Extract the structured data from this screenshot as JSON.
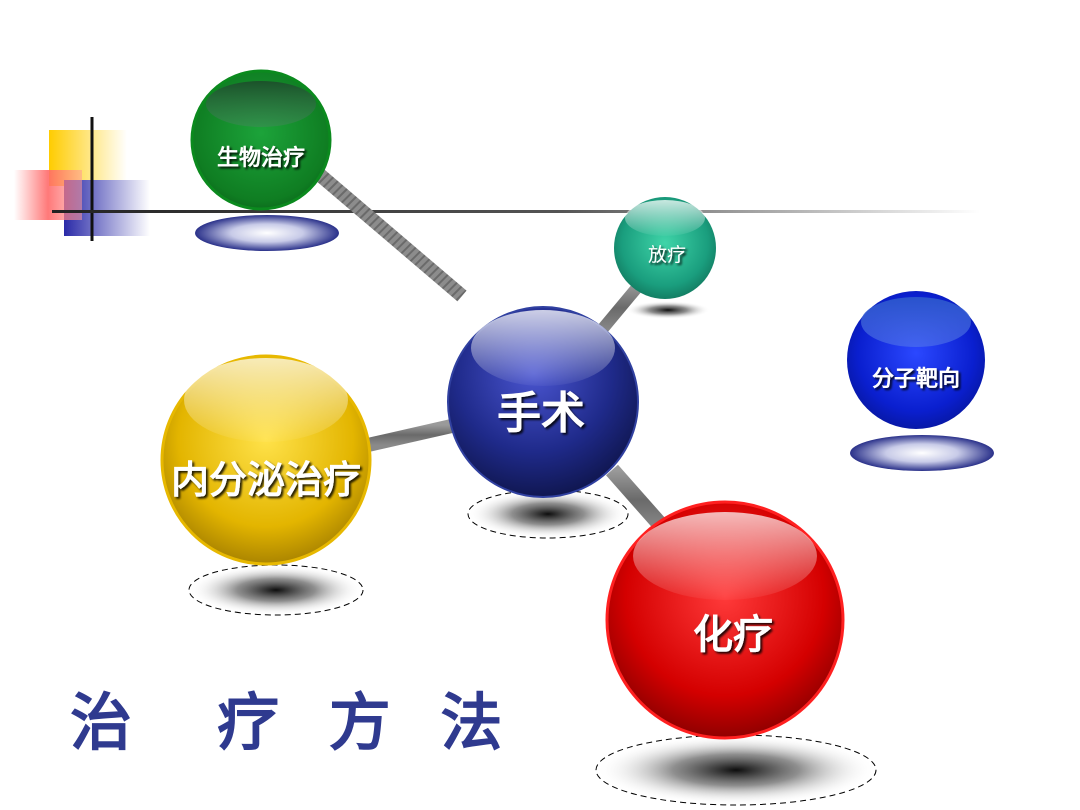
{
  "slide": {
    "title": "治  疗 方 法"
  },
  "diagram": {
    "center": {
      "label": "手术",
      "color": "#1f2a8a"
    },
    "nodes": [
      {
        "id": "bio",
        "label": "生物治疗",
        "color": "#0f7d22"
      },
      {
        "id": "radio",
        "label": "放疗",
        "color": "#1a9e7e"
      },
      {
        "id": "target",
        "label": "分子靶向",
        "color": "#0a1fcf"
      },
      {
        "id": "endo",
        "label": "内分泌治疗",
        "color": "#d4a800"
      },
      {
        "id": "chemo",
        "label": "化疗",
        "color": "#cc0000"
      }
    ]
  }
}
